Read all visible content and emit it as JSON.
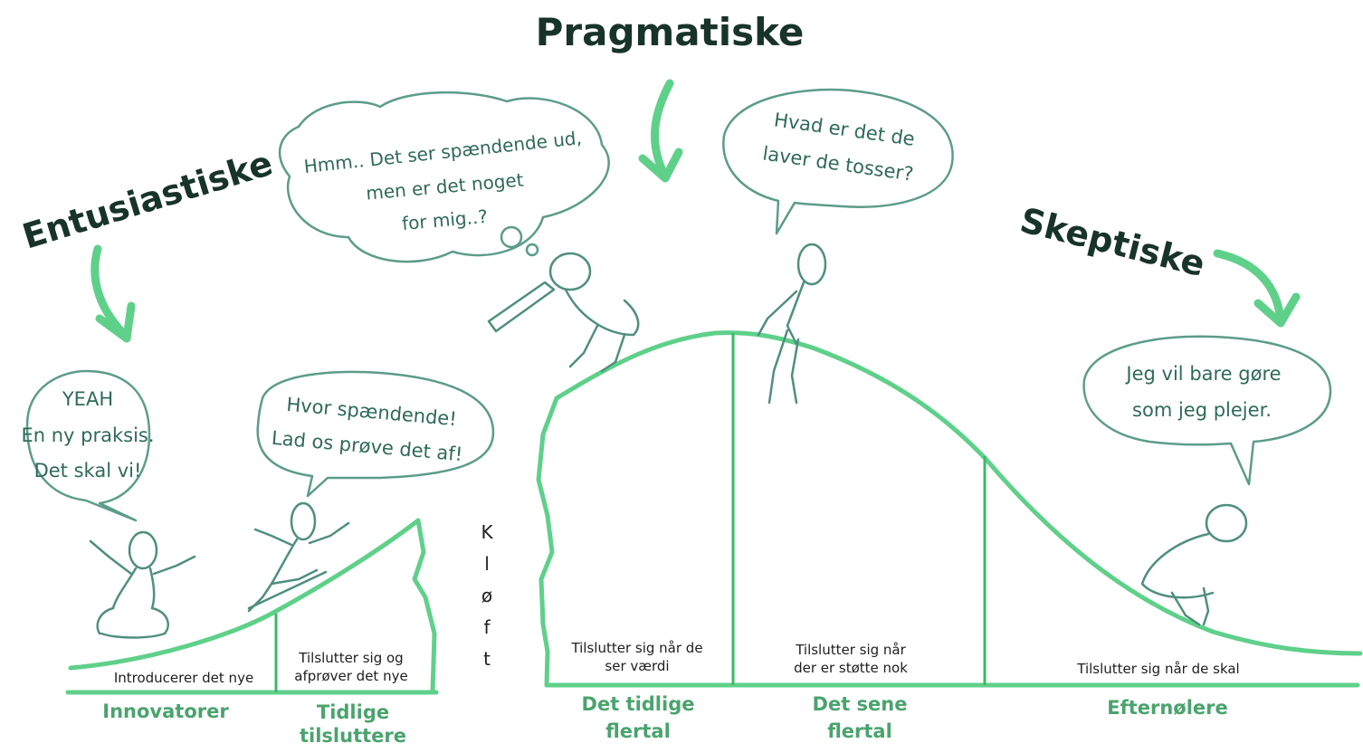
{
  "headings": {
    "enthusiastic": "Entusiastiske",
    "pragmatic": "Pragmatiske",
    "skeptic": "Skeptiske"
  },
  "bubbles": {
    "innovator": [
      "YEAH",
      "En ny praksis.",
      "Det skal vi!"
    ],
    "early_adopter": [
      "Hvor spændende!",
      "Lad os prøve det af!"
    ],
    "early_majority": [
      "Hmm.. Det ser spændende ud,",
      "men er det noget",
      "for mig..?"
    ],
    "late_majority": [
      "Hvad er det de",
      "laver de tosser?"
    ],
    "laggard": [
      "Jeg vil bare gøre",
      "som jeg plejer."
    ]
  },
  "chasm_letters": [
    "K",
    "l",
    "ø",
    "f",
    "t"
  ],
  "segments": {
    "innovators": {
      "desc": [
        "Introducerer det nye"
      ],
      "name": [
        "Innovatorer"
      ]
    },
    "early_adopters": {
      "desc": [
        "Tilslutter sig og",
        "afprøver det nye"
      ],
      "name": [
        "Tidlige",
        "tilsluttere"
      ]
    },
    "early_majority": {
      "desc": [
        "Tilslutter sig når de",
        "ser værdi"
      ],
      "name": [
        "Det tidlige",
        "flertal"
      ]
    },
    "late_majority": {
      "desc": [
        "Tilslutter sig når",
        "der er støtte nok"
      ],
      "name": [
        "Det sene",
        "flertal"
      ]
    },
    "laggards": {
      "desc": [
        "Tilslutter sig når de skal"
      ],
      "name": [
        "Efternølere"
      ]
    }
  },
  "colors": {
    "curve": "#5fd08a",
    "bubble_outline": "#5c9c89",
    "bubble_text": "#2f6a58",
    "heading": "#18332a",
    "segment_label": "#4aa36e"
  }
}
